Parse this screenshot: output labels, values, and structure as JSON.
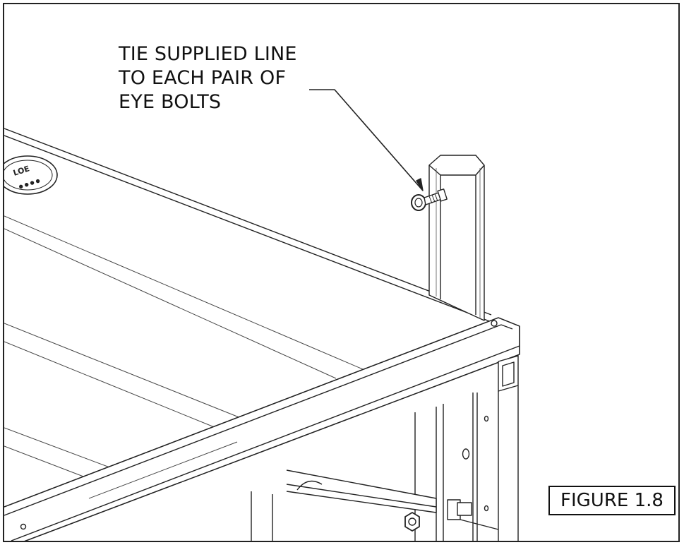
{
  "callout": {
    "line1": "TIE SUPPLIED LINE",
    "line2": "TO EACH PAIR OF",
    "line3": "EYE BOLTS"
  },
  "figure": {
    "label": "FIGURE 1.8"
  },
  "icons": [
    "eye-bolt-icon",
    "logo-emblem"
  ],
  "colors": {
    "line": "#222222",
    "background": "#ffffff",
    "shade": "#cfcfcf"
  }
}
